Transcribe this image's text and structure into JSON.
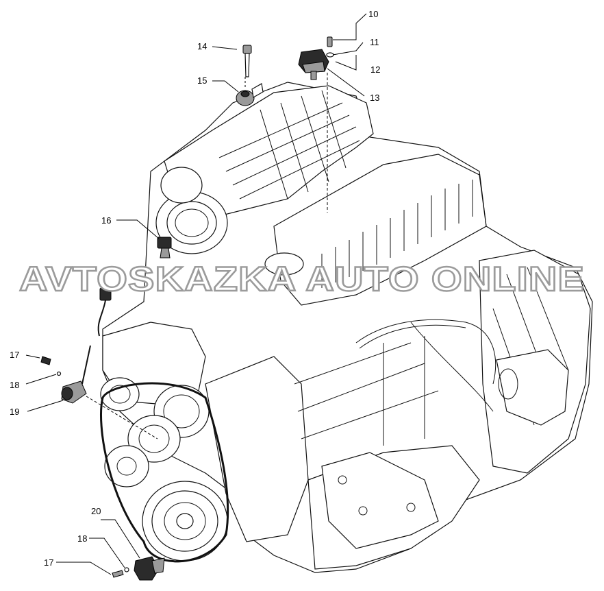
{
  "watermark": "AVTOSKAZKA AUTO ONLINE",
  "callouts": [
    {
      "id": "c10",
      "text": "10"
    },
    {
      "id": "c11",
      "text": "11"
    },
    {
      "id": "c12",
      "text": "12"
    },
    {
      "id": "c13",
      "text": "13"
    },
    {
      "id": "c14",
      "text": "14"
    },
    {
      "id": "c15",
      "text": "15"
    },
    {
      "id": "c16",
      "text": "16"
    },
    {
      "id": "c17a",
      "text": "17"
    },
    {
      "id": "c18a",
      "text": "18"
    },
    {
      "id": "c19",
      "text": "19"
    },
    {
      "id": "c20",
      "text": "20"
    },
    {
      "id": "c18b",
      "text": "18"
    },
    {
      "id": "c17b",
      "text": "17"
    }
  ]
}
